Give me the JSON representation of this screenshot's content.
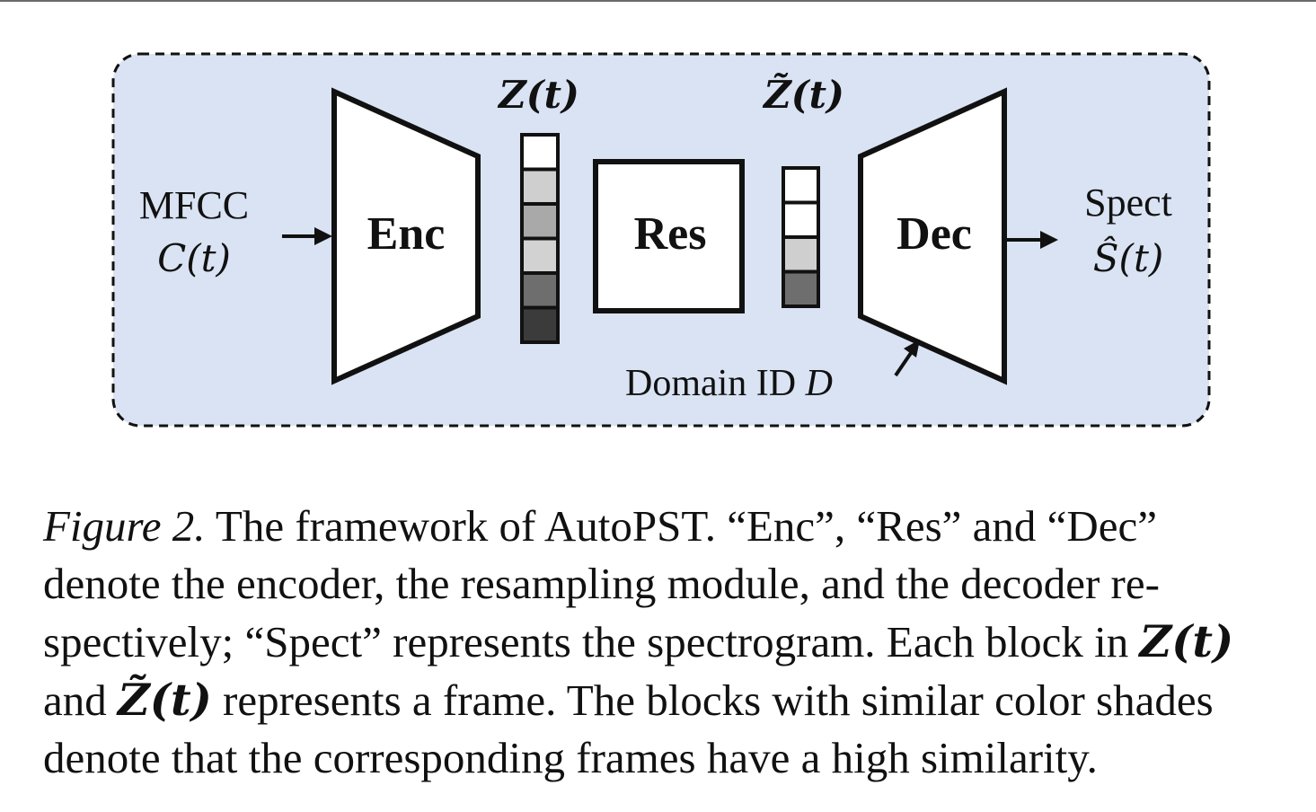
{
  "diagram": {
    "input_label": "MFCC",
    "input_symbol": "C(t)",
    "encoder_label": "Enc",
    "latent_label": "Z(t)",
    "resampler_label": "Res",
    "resampled_label": "Z̃(t)",
    "decoder_label": "Dec",
    "output_label": "Spect",
    "output_symbol": "Ŝ(t)",
    "domain_label": "Domain ID",
    "domain_symbol": "D",
    "latent_frame_colors": [
      "#ffffff",
      "#cfcfcf",
      "#a9a9a9",
      "#d2d2d2",
      "#6e6e6e",
      "#3b3b3b"
    ],
    "resampled_frame_colors": [
      "#ffffff",
      "#ffffff",
      "#cfcfcf",
      "#6e6e6e"
    ],
    "panel_color": "#d9e3f3"
  },
  "caption": {
    "figure_number": "Figure 2.",
    "line1": "The framework of AutoPST. “Enc”, “Res” and “Dec”",
    "line2": "denote the encoder, the resampling module, and the decoder re-",
    "line3_a": "spectively; “Spect” represents the spectrogram. Each block in",
    "line3_math": "Z(t)",
    "line4_pre": "and",
    "line4_math": "Z̃(t)",
    "line4_b": "represents a frame. The blocks with similar color shades",
    "line5": "denote that the corresponding frames have a high similarity."
  }
}
